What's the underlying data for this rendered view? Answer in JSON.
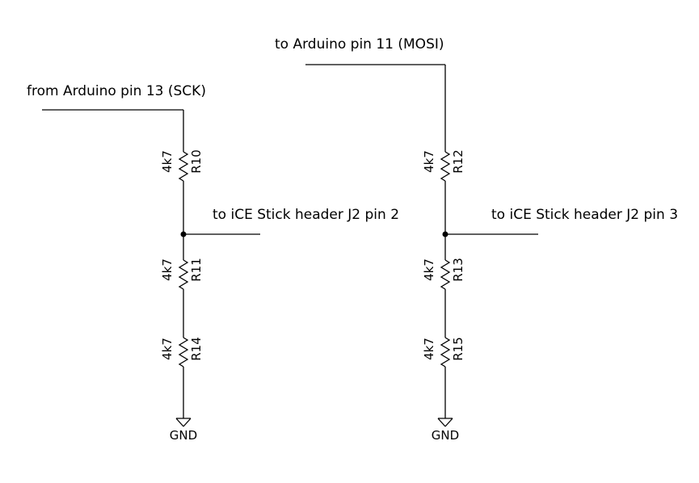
{
  "labels": {
    "sck": "from Arduino pin 13 (SCK)",
    "mosi": "to Arduino pin 11 (MOSI)",
    "j2_pin2": "to iCE Stick header J2 pin 2",
    "j2_pin3": "to iCE Stick header J2 pin 3"
  },
  "resistors": {
    "r10": {
      "ref": "R10",
      "value": "4k7"
    },
    "r11": {
      "ref": "R11",
      "value": "4k7"
    },
    "r14": {
      "ref": "R14",
      "value": "4k7"
    },
    "r12": {
      "ref": "R12",
      "value": "4k7"
    },
    "r13": {
      "ref": "R13",
      "value": "4k7"
    },
    "r15": {
      "ref": "R15",
      "value": "4k7"
    }
  },
  "ground": {
    "left": "GND",
    "right": "GND"
  }
}
